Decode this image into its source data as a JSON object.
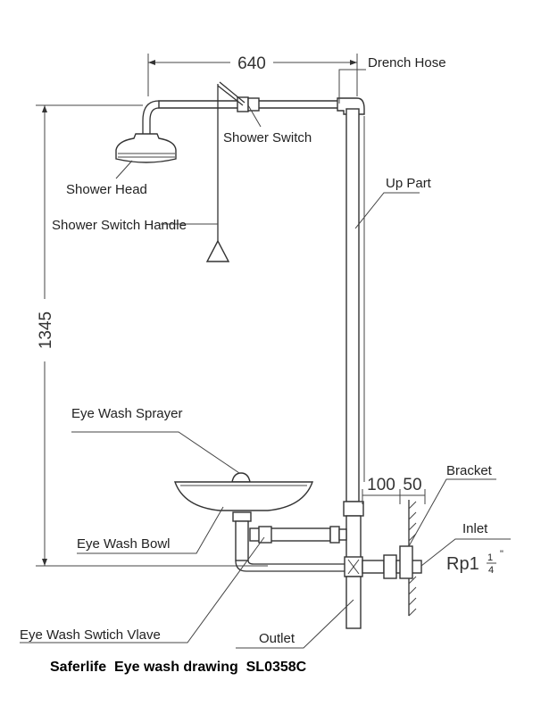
{
  "dimensions": {
    "width_top": "640",
    "height_left": "1345",
    "offset_a": "100",
    "offset_b": "50",
    "inlet_size": "Rp1",
    "inlet_fraction_num": "1",
    "inlet_fraction_den": "4",
    "inlet_quote": "\""
  },
  "labels": {
    "drench_hose": "Drench Hose",
    "shower_switch": "Shower Switch",
    "shower_head": "Shower Head",
    "up_part": "Up Part",
    "shower_switch_handle": "Shower Switch Handle",
    "eye_wash_sprayer": "Eye Wash Sprayer",
    "bracket": "Bracket",
    "inlet": "Inlet",
    "eye_wash_bowl": "Eye Wash Bowl",
    "eye_wash_switch_valve": "Eye Wash Swtich Vlave",
    "outlet": "Outlet"
  },
  "caption": "Saferlife  Eye wash drawing  SL0358C"
}
